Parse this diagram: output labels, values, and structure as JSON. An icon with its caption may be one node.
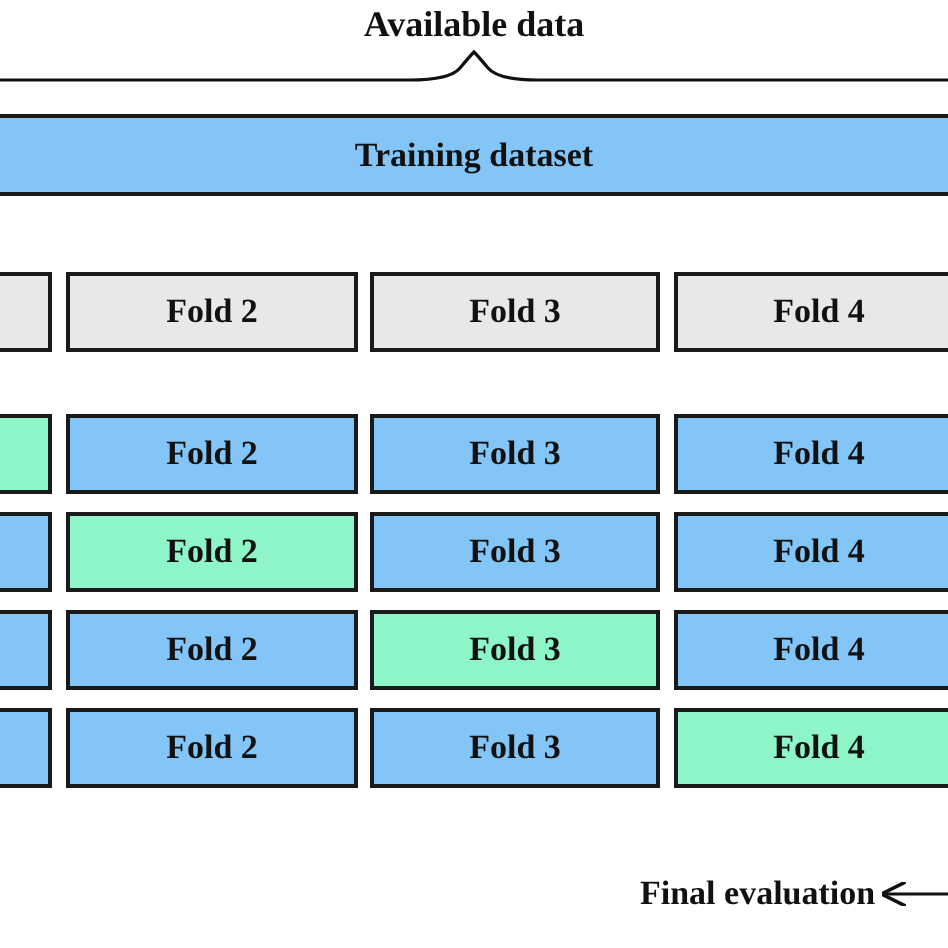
{
  "diagram": {
    "nodes": [
      {
        "text": [
          "Training dataset"
        ]
      },
      {
        "text": [],
        "shape": "box"
      },
      {
        "text": [
          "Fold 2"
        ]
      },
      {
        "text": [
          "Fold 3"
        ]
      },
      {
        "text": [
          "Fold 4"
        ]
      },
      {
        "text": [],
        "shape": "box"
      },
      {
        "text": [
          "Fold 2"
        ]
      },
      {
        "text": [
          "Fold 3"
        ]
      },
      {
        "text": [
          "Fold 4"
        ]
      },
      {
        "text": [],
        "shape": "box"
      },
      {
        "text": [
          "Fold 2"
        ]
      },
      {
        "text": [
          "Fold 3"
        ]
      },
      {
        "text": [
          "Fold 4"
        ]
      },
      {
        "text": [],
        "shape": "box"
      },
      {
        "text": [
          "Fold 2"
        ]
      },
      {
        "text": [
          "Fold 3"
        ]
      },
      {
        "text": [
          "Fold 4"
        ]
      },
      {
        "text": [],
        "shape": "box"
      },
      {
        "text": [
          "Fold 2"
        ]
      },
      {
        "text": [
          "Fold 3"
        ]
      },
      {
        "text": [
          "Fold 4"
        ]
      },
      {
        "text": [
          "Final evaluation"
        ]
      }
    ],
    "edges": [
      {
        "from": null,
        "to": 21,
        "arrow": "to"
      }
    ],
    "labels": [
      "Available data"
    ]
  }
}
